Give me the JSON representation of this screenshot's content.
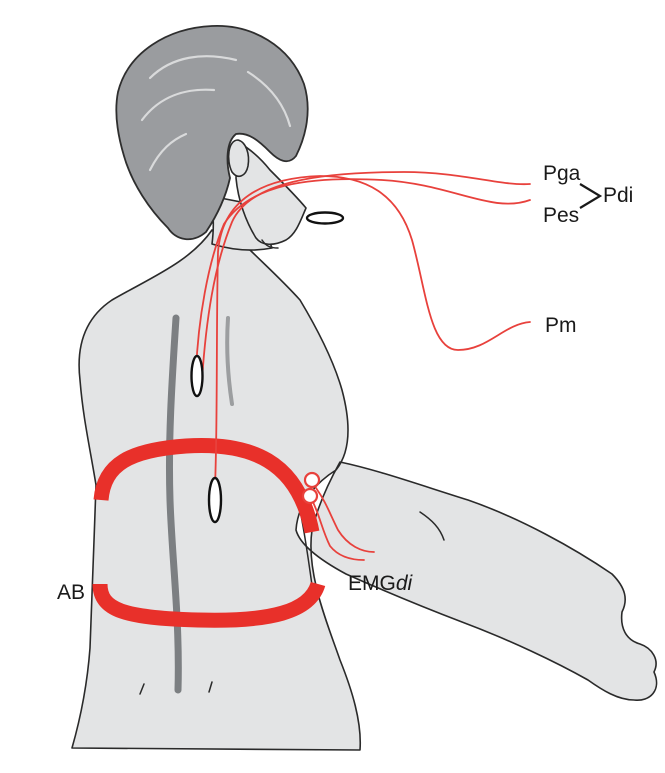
{
  "labels": {
    "pga": "Pga",
    "pes": "Pes",
    "pdi": "Pdi",
    "pm": "Pm",
    "emg_prefix": "EMG",
    "emg_suffix": "di",
    "ab": "AB"
  },
  "colors": {
    "catheter": "#e8413c",
    "band": "#e8302a",
    "skin": "#e3e4e5",
    "hair": "#9a9c9f",
    "spine": "#7c7f82"
  }
}
